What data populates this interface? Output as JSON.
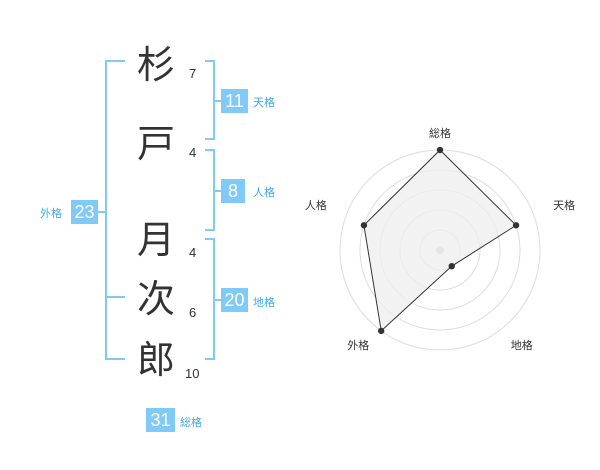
{
  "name": {
    "characters": [
      {
        "char": "杉",
        "strokes": "7"
      },
      {
        "char": "戸",
        "strokes": "4"
      },
      {
        "char": "月",
        "strokes": "4"
      },
      {
        "char": "次",
        "strokes": "6"
      },
      {
        "char": "郎",
        "strokes": "10"
      }
    ]
  },
  "fortune": {
    "tenkaku": {
      "value": "11",
      "label": "天格"
    },
    "jinkaku": {
      "value": "8",
      "label": "人格"
    },
    "chikaku": {
      "value": "20",
      "label": "地格"
    },
    "gaikaku": {
      "value": "23",
      "label": "外格"
    },
    "soukaku": {
      "value": "31",
      "label": "総格"
    }
  },
  "chart_data": {
    "type": "radar",
    "axes": [
      "総格",
      "天格",
      "地格",
      "外格",
      "人格"
    ],
    "scale_levels": 5,
    "values": [
      5,
      4,
      1,
      5,
      4
    ],
    "max": 5,
    "colors": {
      "fill": "#eeeeee",
      "line": "#333333",
      "grid": "#dddddd",
      "accent": "#7fcaf7"
    }
  }
}
